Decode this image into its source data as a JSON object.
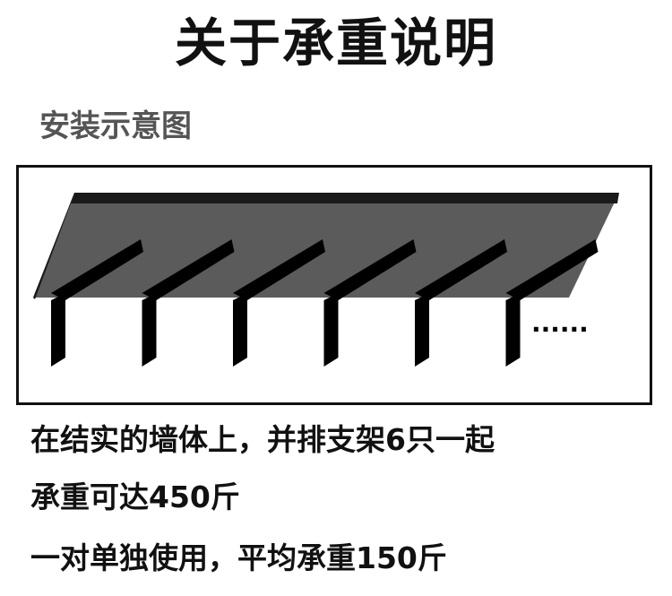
{
  "header": {
    "title": "关于承重说明",
    "subtitle": "安装示意图"
  },
  "diagram": {
    "bracket_count": 6,
    "ellipsis": "······",
    "colors": {
      "shelf_top": "#5b5b5b",
      "shelf_edge": "#1a1a1a",
      "bracket": "#000000"
    }
  },
  "description": {
    "line1": "在结实的墙体上，并排支架6只一起",
    "line2": "承重可达450斤",
    "line3": "一对单独使用，平均承重150斤"
  }
}
